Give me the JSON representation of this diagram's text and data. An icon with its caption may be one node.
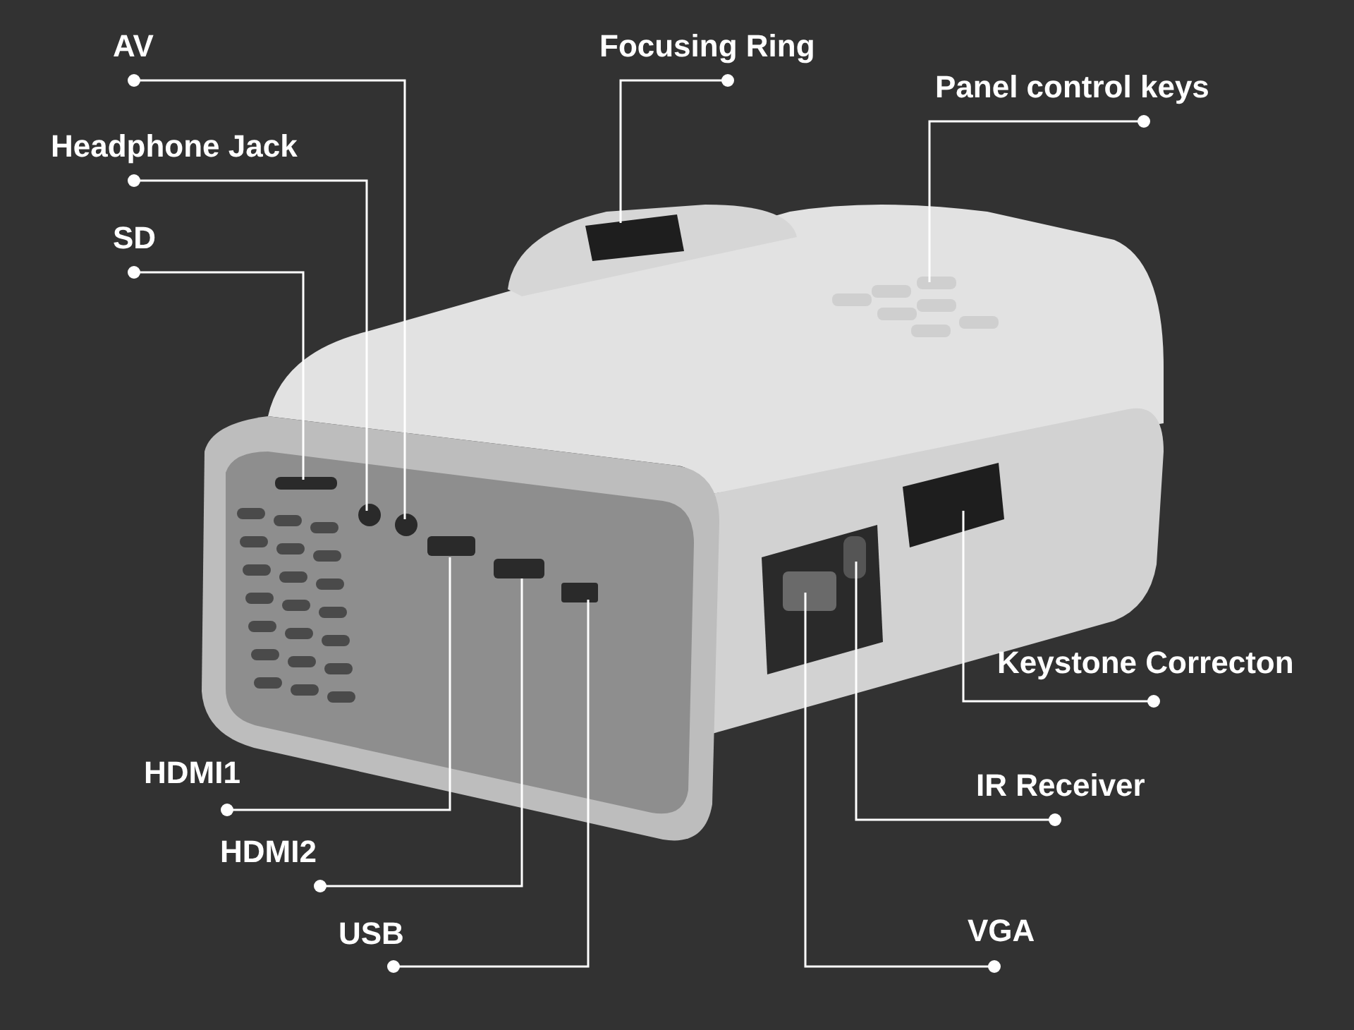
{
  "diagram": {
    "nodes": [
      {
        "text": [
          "AV"
        ]
      },
      {
        "text": [
          "Headphone Jack"
        ]
      },
      {
        "text": [
          "SD"
        ]
      },
      {
        "text": [
          "Focusing Ring"
        ]
      },
      {
        "text": [
          "Panel control keys"
        ]
      },
      {
        "text": [
          "Keystone Correcton"
        ]
      },
      {
        "text": [
          "IR Receiver"
        ]
      },
      {
        "text": [
          "VGA"
        ]
      },
      {
        "text": [
          "HDMI1"
        ]
      },
      {
        "text": [
          "HDMI2"
        ]
      },
      {
        "text": [
          "USB"
        ]
      }
    ],
    "edges": [
      {
        "from": 0,
        "to": null,
        "arrow": "other"
      },
      {
        "from": 1,
        "to": null,
        "arrow": "other"
      },
      {
        "from": 2,
        "to": null,
        "arrow": "other"
      },
      {
        "from": 3,
        "to": null,
        "arrow": "other"
      },
      {
        "from": 4,
        "to": null,
        "arrow": "other"
      },
      {
        "from": 5,
        "to": null,
        "arrow": "other"
      },
      {
        "from": 6,
        "to": null,
        "arrow": "other"
      },
      {
        "from": 7,
        "to": null,
        "arrow": "other"
      },
      {
        "from": 8,
        "to": null,
        "arrow": "other"
      },
      {
        "from": 9,
        "to": null,
        "arrow": "other"
      },
      {
        "from": 10,
        "to": null,
        "arrow": "other"
      }
    ]
  }
}
